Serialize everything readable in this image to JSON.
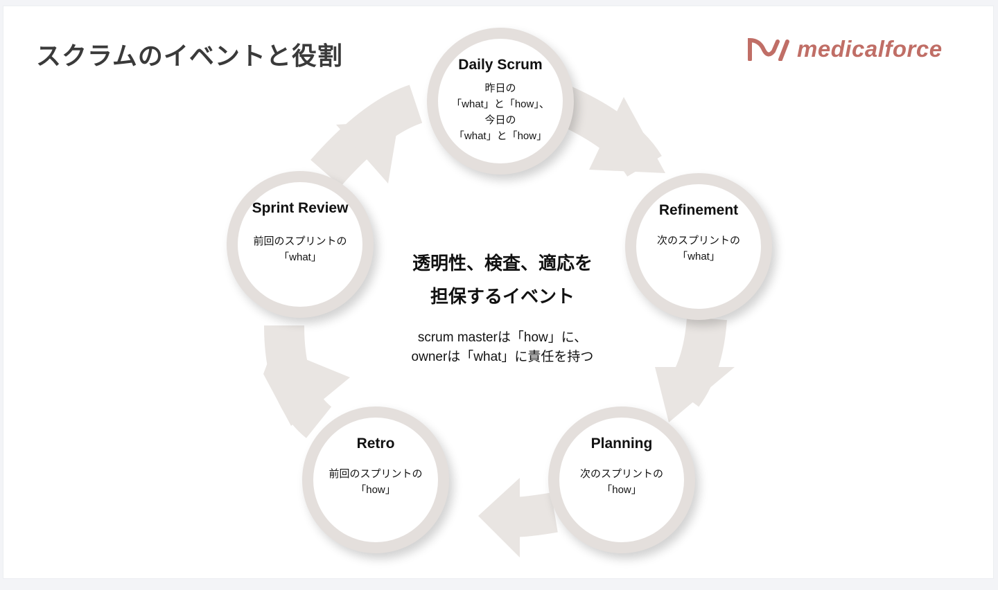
{
  "title": "スクラムのイベントと役割",
  "logo": {
    "text": "medicalforce",
    "color": "#c06e66"
  },
  "center": {
    "headline_1": "透明性、検査、適応を",
    "headline_2": "担保するイベント",
    "roles_1": "scrum masterは「how」に、",
    "roles_2": "ownerは「what」に責任を持つ"
  },
  "events": [
    {
      "name": "Daily Scrum",
      "desc": [
        "昨日の",
        "「what」と「how」、",
        "今日の",
        "「what」と「how」"
      ]
    },
    {
      "name": "Refinement",
      "desc": [
        "次のスプリントの",
        "「what」"
      ]
    },
    {
      "name": "Planning",
      "desc": [
        "次のスプリントの",
        "「how」"
      ]
    },
    {
      "name": "Retro",
      "desc": [
        "前回のスプリントの",
        "「how」"
      ]
    },
    {
      "name": "Sprint Review",
      "desc": [
        "前回のスプリントの",
        "「what」"
      ]
    }
  ],
  "colors": {
    "ring": "#e4dfdc",
    "arrow": "#e8e4e1"
  }
}
